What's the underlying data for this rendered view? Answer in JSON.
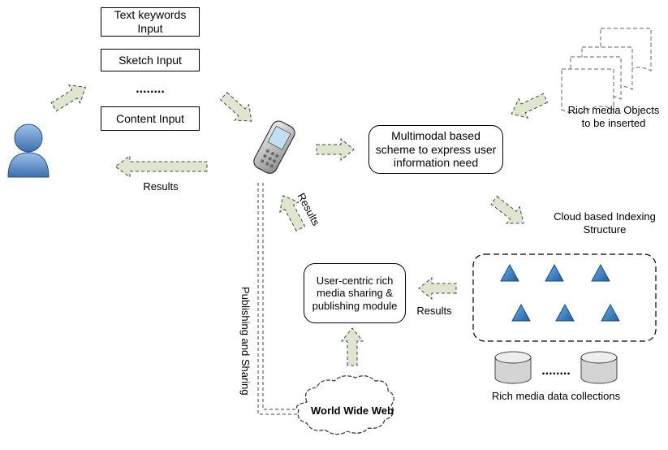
{
  "inputs": {
    "text_keywords": "Text keywords Input",
    "sketch": "Sketch Input",
    "dots": "........",
    "content": "Content Input"
  },
  "labels": {
    "results_user": "Results",
    "results_phone": "Results",
    "results_cloud": "Results",
    "publishing": "Publishing and Sharing",
    "multimodal": "Multimodal based scheme to express user information need",
    "rich_objects": "Rich media Objects to be inserted",
    "cloud_index": "Cloud based Indexing Structure",
    "sharing_module": "User-centric rich media sharing & publishing module",
    "www": "World Wide Web",
    "data_collections": "Rich media data collections",
    "db_dots": "........"
  },
  "colors": {
    "arrow_fill": "#dfe6cf",
    "triangle": "#2e75b6",
    "user": "#5b8fc7",
    "db": "#d6d6d6"
  }
}
